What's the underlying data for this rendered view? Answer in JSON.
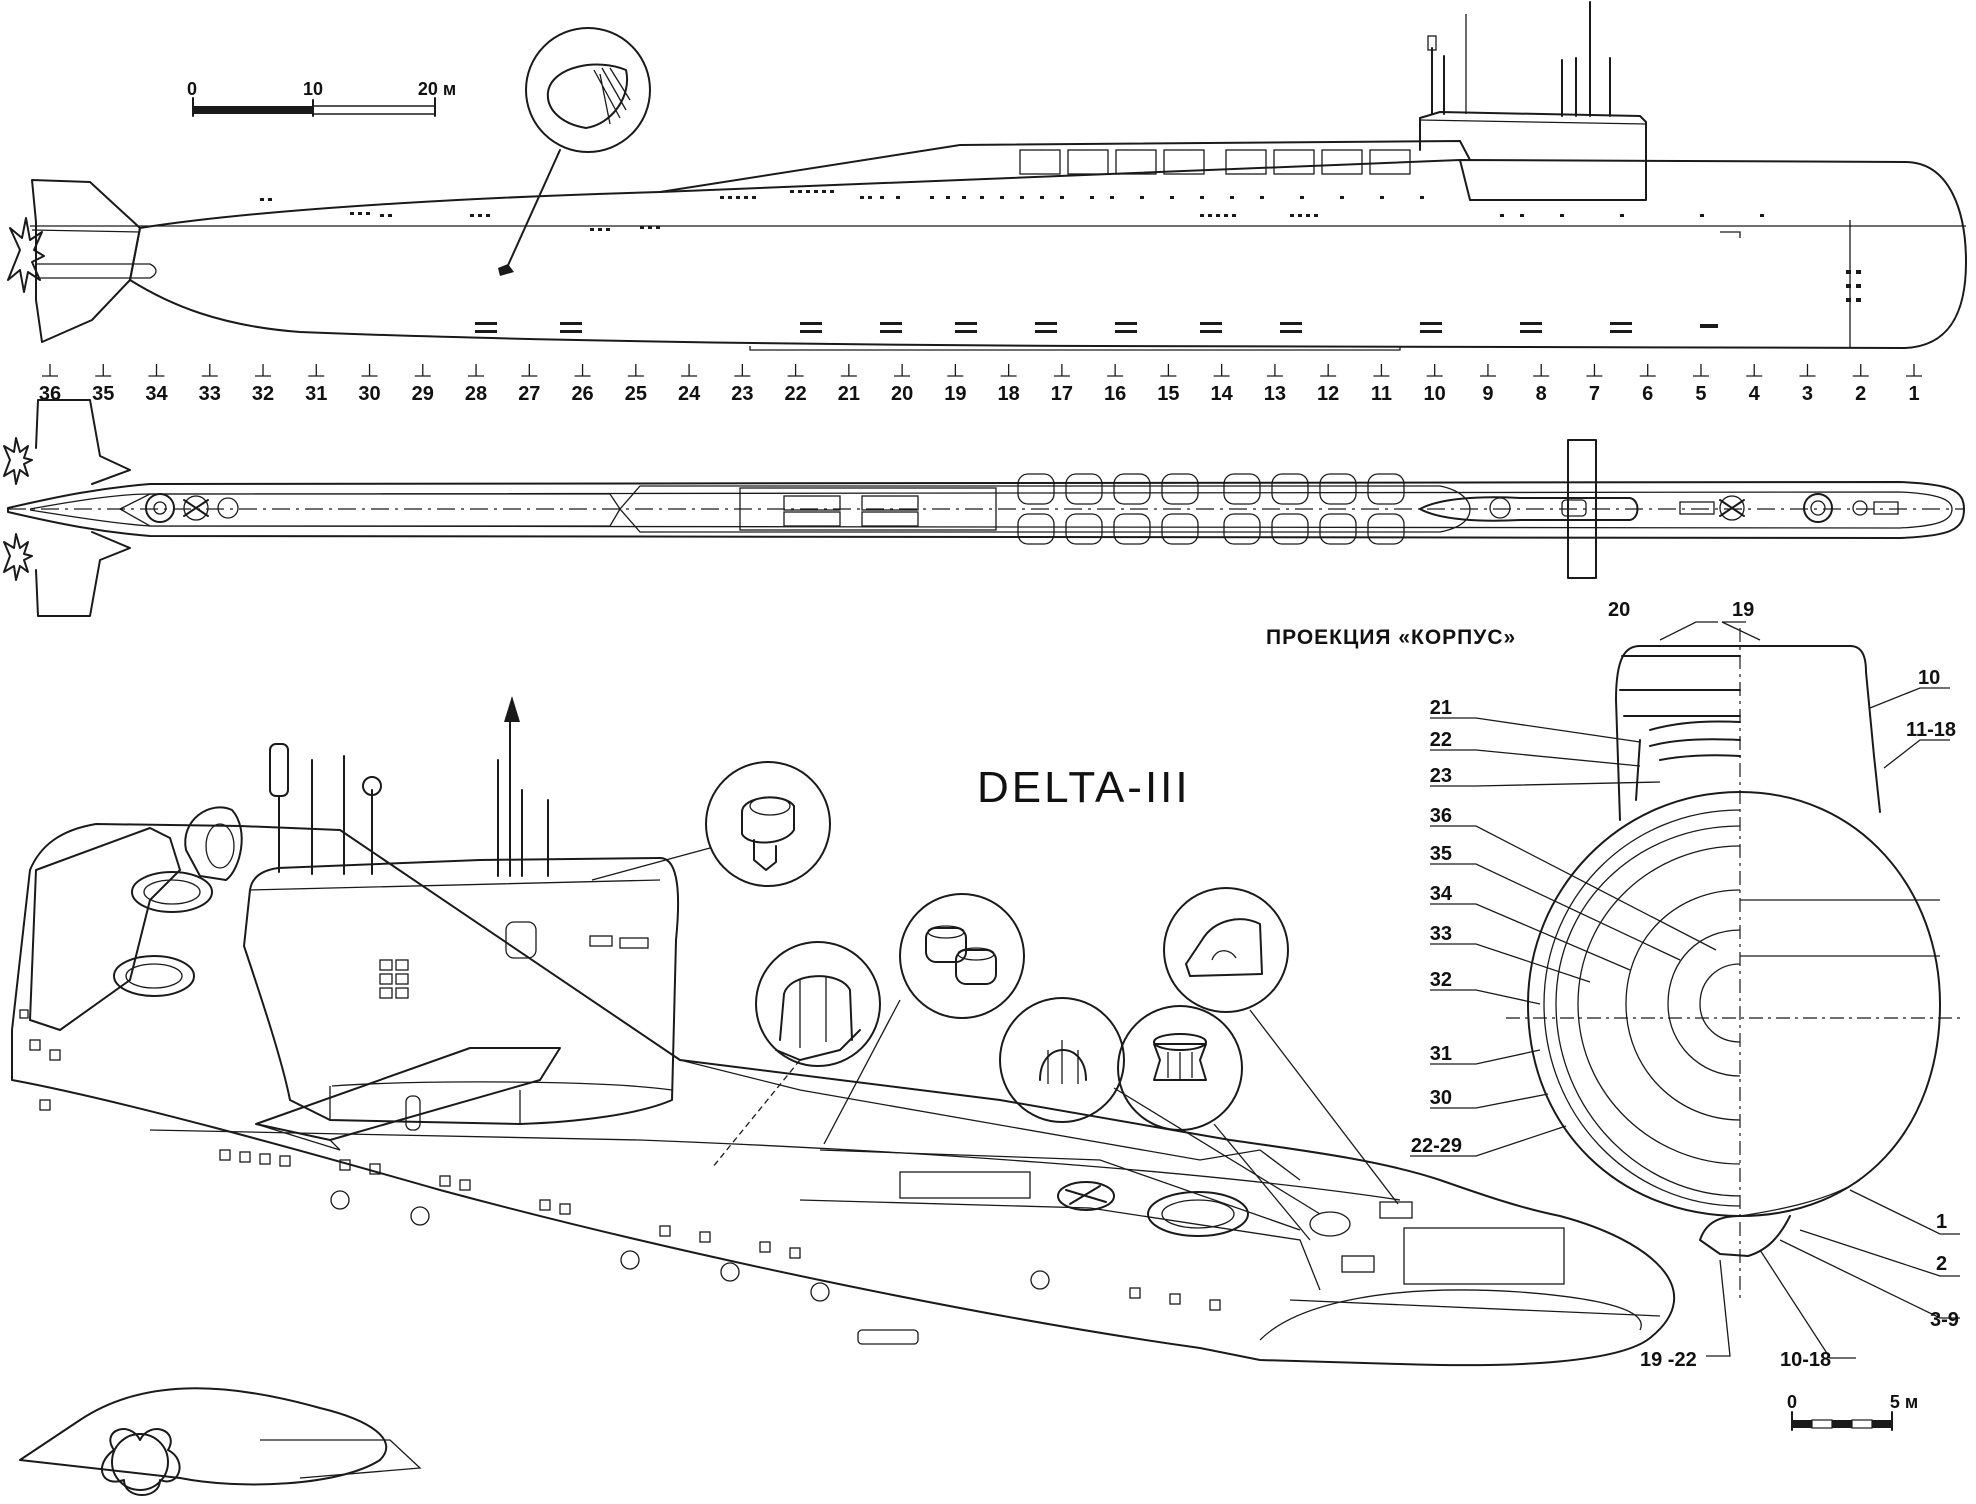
{
  "title": "DELTA-III",
  "projection_title": "ПРОЕКЦИЯ «КОРПУС»",
  "scale_top": {
    "labels": [
      "0",
      "10",
      "20 м"
    ]
  },
  "scale_bottom": {
    "labels": [
      "0",
      "5 м"
    ]
  },
  "frame_numbers": [
    "36",
    "35",
    "34",
    "33",
    "32",
    "31",
    "30",
    "29",
    "28",
    "27",
    "26",
    "25",
    "24",
    "23",
    "22",
    "21",
    "20",
    "19",
    "18",
    "17",
    "16",
    "15",
    "14",
    "13",
    "12",
    "11",
    "10",
    "9",
    "8",
    "7",
    "6",
    "5",
    "4",
    "3",
    "2",
    "1"
  ],
  "section_labels_left": [
    "21",
    "22",
    "23",
    "36",
    "35",
    "34",
    "33",
    "32",
    "31",
    "30",
    "22-29"
  ],
  "section_labels_top": [
    "20",
    "19"
  ],
  "section_labels_right": [
    "10",
    "11-18"
  ],
  "section_labels_bottom_right": [
    "1",
    "2",
    "3-9",
    "10-18",
    "19 -22"
  ]
}
